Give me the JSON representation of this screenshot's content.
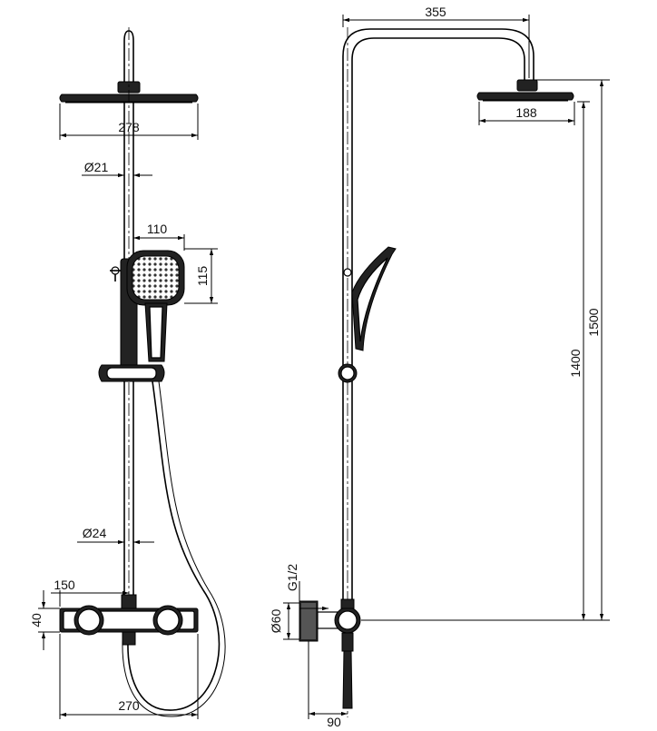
{
  "dimensions": {
    "front_head_width": "278",
    "arm_diameter": "Ø21",
    "hand_shower_width": "110",
    "hand_shower_height": "115",
    "riser_diameter": "Ø24",
    "valve_center_offset": "150",
    "valve_height": "40",
    "valve_width": "270",
    "side_arm_reach": "355",
    "side_head_width": "188",
    "overall_height": "1500",
    "head_height": "1400",
    "thread_size": "G1/2",
    "flange_diameter": "Ø60",
    "wall_projection": "90"
  }
}
